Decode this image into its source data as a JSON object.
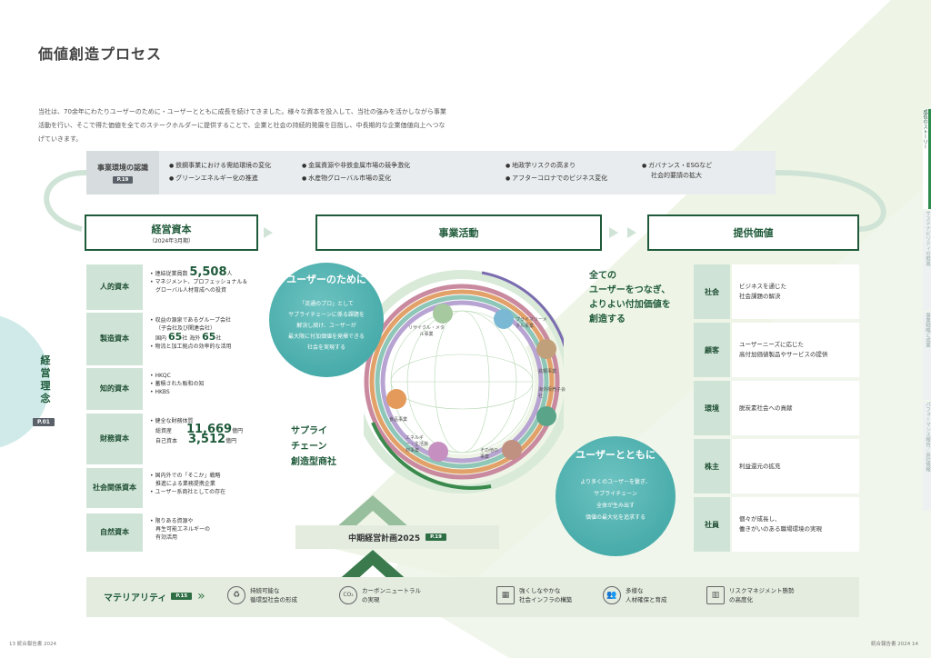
{
  "page": {
    "title": "価値創造プロセス",
    "intro": "当社は、70余年にわたりユーザーのために・ユーザーとともに成長を続けてきました。様々な資本を投入して、当社の強みを活かしながら事業活動を行い、そこで得た価値を全てのステークホルダーに提供することで、企業と社会の持続的発展を目指し、中長期的な企業価値向上へつなげていきます。"
  },
  "env": {
    "label": "事業環境の認識",
    "ref": "P.19",
    "items": [
      "鉄鋼事業における需給環境の変化",
      "グリーンエネルギー化の推進",
      "金属資源や非鉄金属市場の競争激化",
      "水産物グローバル市場の変化",
      "地政学リスクの高まり",
      "アフターコロナでのビジネス変化",
      "ガバナンス・ESGなど",
      "社会的要請の拡大"
    ]
  },
  "heads": {
    "capital": "経営資本",
    "capital_sub": "（2024年3月期）",
    "activity": "事業活動",
    "value": "提供価値"
  },
  "philosophy": {
    "label": "経営理念",
    "ref": "P.01"
  },
  "capitals": [
    {
      "label": "人的資本",
      "lines": [
        "連結従業員数",
        "5,508",
        "人",
        "マネジメント、プロフェッショナル＆",
        "グローバル人材育成への投資"
      ]
    },
    {
      "label": "製造資本",
      "lines": [
        "収益の源泉であるグループ会社",
        "（子会社及び関連会社）",
        "国内",
        "65",
        "社",
        "海外",
        "65",
        "社",
        "物流と加工拠点の効率的な活用"
      ]
    },
    {
      "label": "知的資本",
      "lines": [
        "HKQC",
        "蓄積された販和の知",
        "HKBS"
      ]
    },
    {
      "label": "財務資本",
      "lines": [
        "健全な財務体質",
        "総資産",
        "11,669",
        "億円",
        "自己資本",
        "3,512",
        "億円"
      ]
    },
    {
      "label": "社会関係資本",
      "lines": [
        "国内外での「そこか」戦略",
        "推進による業務提携企業",
        "ユーザー系商社としての存在"
      ]
    },
    {
      "label": "自然資本",
      "lines": [
        "限りある資源や",
        "再生可能エネルギーの",
        "有効活用"
      ]
    }
  ],
  "activity": {
    "bubble1_title": "ユーザーのために",
    "bubble1_text": [
      "「流通のプロ」として",
      "サプライチェーンに係る課題を",
      "解決し続け、ユーザーが",
      "最大限に付加価値を発揮できる",
      "社会を実現する"
    ],
    "bubble2_title": "ユーザーとともに",
    "bubble2_text": [
      "より多くのユーザーを繋ぎ、",
      "サプライチェーン",
      "全体が生み出す",
      "価値の最大化を追求する"
    ],
    "tagline": [
      "全ての",
      "ユーザーをつなぎ、",
      "よりよい付加価値を",
      "創造する"
    ],
    "supply": [
      "サプライ",
      "チェーン",
      "創造型商社"
    ],
    "segments": [
      "リサイクル・メタル事業",
      "プライマリーメタル事業",
      "鉄鋼事業",
      "海外販売子会社",
      "その他の事業",
      "エネルギー・生活資材事業",
      "食品事業"
    ],
    "plan_label": "中期経営計画2025",
    "plan_ref": "P.19"
  },
  "values": [
    {
      "label": "社会",
      "text": [
        "ビジネスを通じた",
        "社会課題の解決"
      ]
    },
    {
      "label": "顧客",
      "text": [
        "ユーザーニーズに応じた",
        "高付加価値製品やサービスの提供"
      ]
    },
    {
      "label": "環境",
      "text": [
        "脱炭素社会への貢献"
      ]
    },
    {
      "label": "株主",
      "text": [
        "利益還元の拡充"
      ]
    },
    {
      "label": "社員",
      "text": [
        "個々が成長し、",
        "働きがいのある職場環境の実現"
      ]
    }
  ],
  "materiality": {
    "label": "マテリアリティ",
    "ref": "P.15",
    "items": [
      {
        "icon": "recycle-icon",
        "text": [
          "持続可能な",
          "循環型社会の形成"
        ]
      },
      {
        "icon": "co2-icon",
        "text": [
          "カーボンニュートラル",
          "の実現"
        ]
      },
      {
        "icon": "building-icon",
        "text": [
          "強くしなやかな",
          "社会インフラの構築"
        ]
      },
      {
        "icon": "people-icon",
        "text": [
          "多様な",
          "人材確保と育成"
        ]
      },
      {
        "icon": "shield-icon",
        "text": [
          "リスクマネジメント態勢",
          "の高度化"
        ]
      }
    ]
  },
  "side_tabs": [
    "成長のストーリー",
    "サステナビリティの推進",
    "事業戦略と成果",
    "パフォーマンス報告／会社情報"
  ],
  "footer": {
    "left_num": "13",
    "left_text": "統合報告書 2024",
    "right_text": "統合報告書 2024",
    "right_num": "14"
  }
}
